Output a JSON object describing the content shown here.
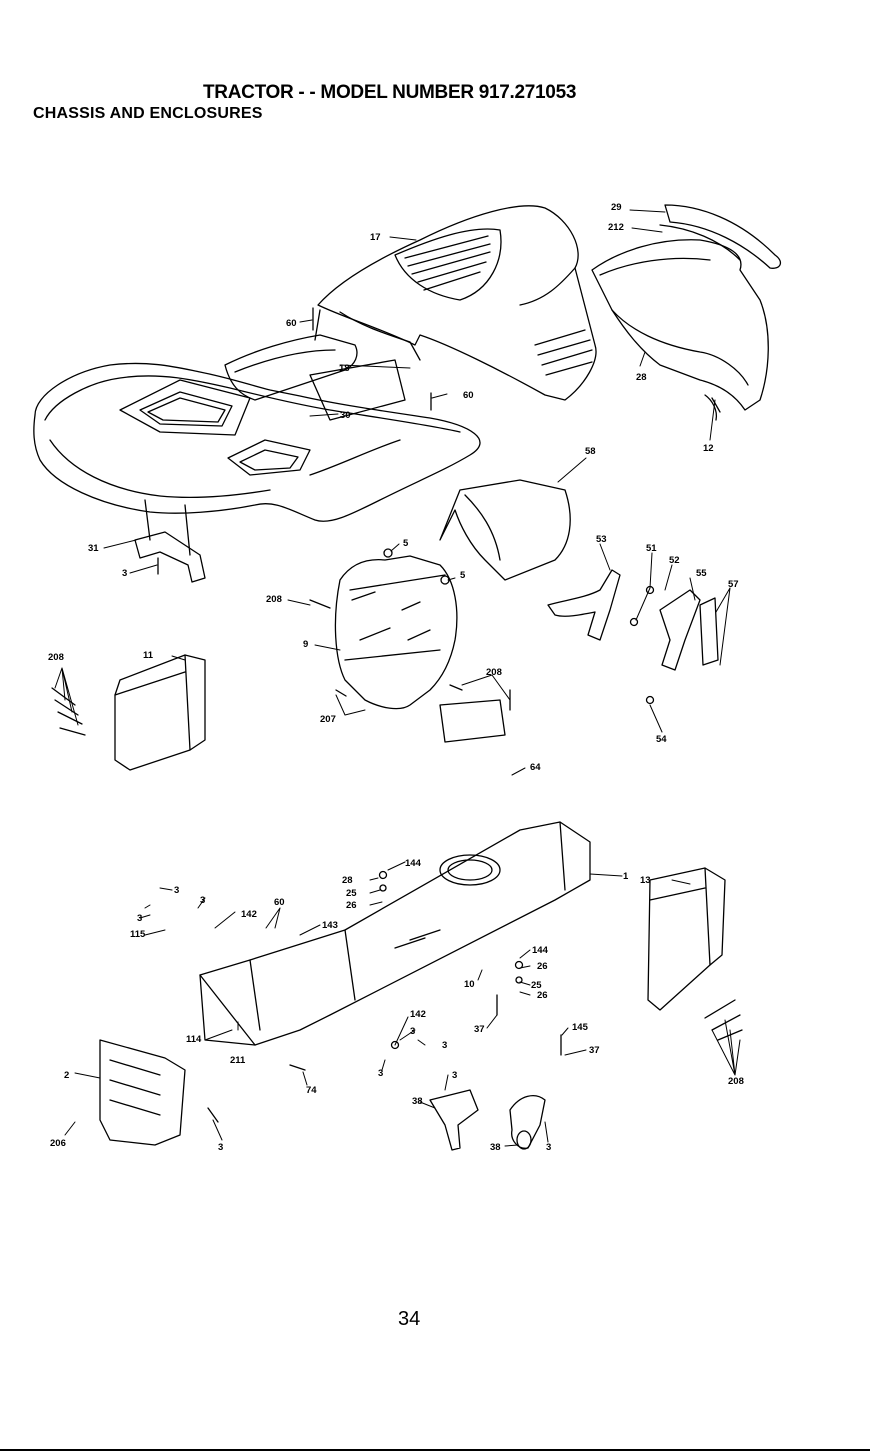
{
  "header": {
    "title": "TRACTOR - - MODEL NUMBER 917.271053",
    "subtitle": "CHASSIS AND ENCLOSURES"
  },
  "callouts": [
    {
      "id": "c29",
      "text": "29"
    },
    {
      "id": "c212",
      "text": "212"
    },
    {
      "id": "c17",
      "text": "17"
    },
    {
      "id": "c60a",
      "text": "60"
    },
    {
      "id": "c18",
      "text": "18"
    },
    {
      "id": "c60b",
      "text": "60"
    },
    {
      "id": "c30",
      "text": "30"
    },
    {
      "id": "c28a",
      "text": "28"
    },
    {
      "id": "c12",
      "text": "12"
    },
    {
      "id": "c58",
      "text": "58"
    },
    {
      "id": "c5a",
      "text": "5"
    },
    {
      "id": "c5b",
      "text": "5"
    },
    {
      "id": "c53",
      "text": "53"
    },
    {
      "id": "c51",
      "text": "51"
    },
    {
      "id": "c52",
      "text": "52"
    },
    {
      "id": "c55",
      "text": "55"
    },
    {
      "id": "c57",
      "text": "57"
    },
    {
      "id": "c31",
      "text": "31"
    },
    {
      "id": "c3a",
      "text": "3"
    },
    {
      "id": "c208a",
      "text": "208"
    },
    {
      "id": "c9",
      "text": "9"
    },
    {
      "id": "c208b",
      "text": "208"
    },
    {
      "id": "c11",
      "text": "11"
    },
    {
      "id": "c208c",
      "text": "208"
    },
    {
      "id": "c207",
      "text": "207"
    },
    {
      "id": "c54",
      "text": "54"
    },
    {
      "id": "c64",
      "text": "64"
    },
    {
      "id": "c144a",
      "text": "144"
    },
    {
      "id": "c28b",
      "text": "28"
    },
    {
      "id": "c25a",
      "text": "25"
    },
    {
      "id": "c26a",
      "text": "26"
    },
    {
      "id": "c1",
      "text": "1"
    },
    {
      "id": "c13",
      "text": "13"
    },
    {
      "id": "c3b",
      "text": "3"
    },
    {
      "id": "c3c",
      "text": "3"
    },
    {
      "id": "c3d",
      "text": "3"
    },
    {
      "id": "c142a",
      "text": "142"
    },
    {
      "id": "c60c",
      "text": "60"
    },
    {
      "id": "c115",
      "text": "115"
    },
    {
      "id": "c143",
      "text": "143"
    },
    {
      "id": "c144b",
      "text": "144"
    },
    {
      "id": "c26b",
      "text": "26"
    },
    {
      "id": "c10",
      "text": "10"
    },
    {
      "id": "c25b",
      "text": "25"
    },
    {
      "id": "c26c",
      "text": "26"
    },
    {
      "id": "c142b",
      "text": "142"
    },
    {
      "id": "c3e",
      "text": "3"
    },
    {
      "id": "c114",
      "text": "114"
    },
    {
      "id": "c211",
      "text": "211"
    },
    {
      "id": "c37a",
      "text": "37"
    },
    {
      "id": "c145",
      "text": "145"
    },
    {
      "id": "c37b",
      "text": "37"
    },
    {
      "id": "c3f",
      "text": "3"
    },
    {
      "id": "c3g",
      "text": "3"
    },
    {
      "id": "c74",
      "text": "74"
    },
    {
      "id": "c208d",
      "text": "208"
    },
    {
      "id": "c2",
      "text": "2"
    },
    {
      "id": "c3h",
      "text": "3"
    },
    {
      "id": "c38a",
      "text": "38"
    },
    {
      "id": "c206",
      "text": "206"
    },
    {
      "id": "c3i",
      "text": "3"
    },
    {
      "id": "c38b",
      "text": "38"
    },
    {
      "id": "c3j",
      "text": "3"
    }
  ],
  "footer": {
    "page_number": "34"
  }
}
